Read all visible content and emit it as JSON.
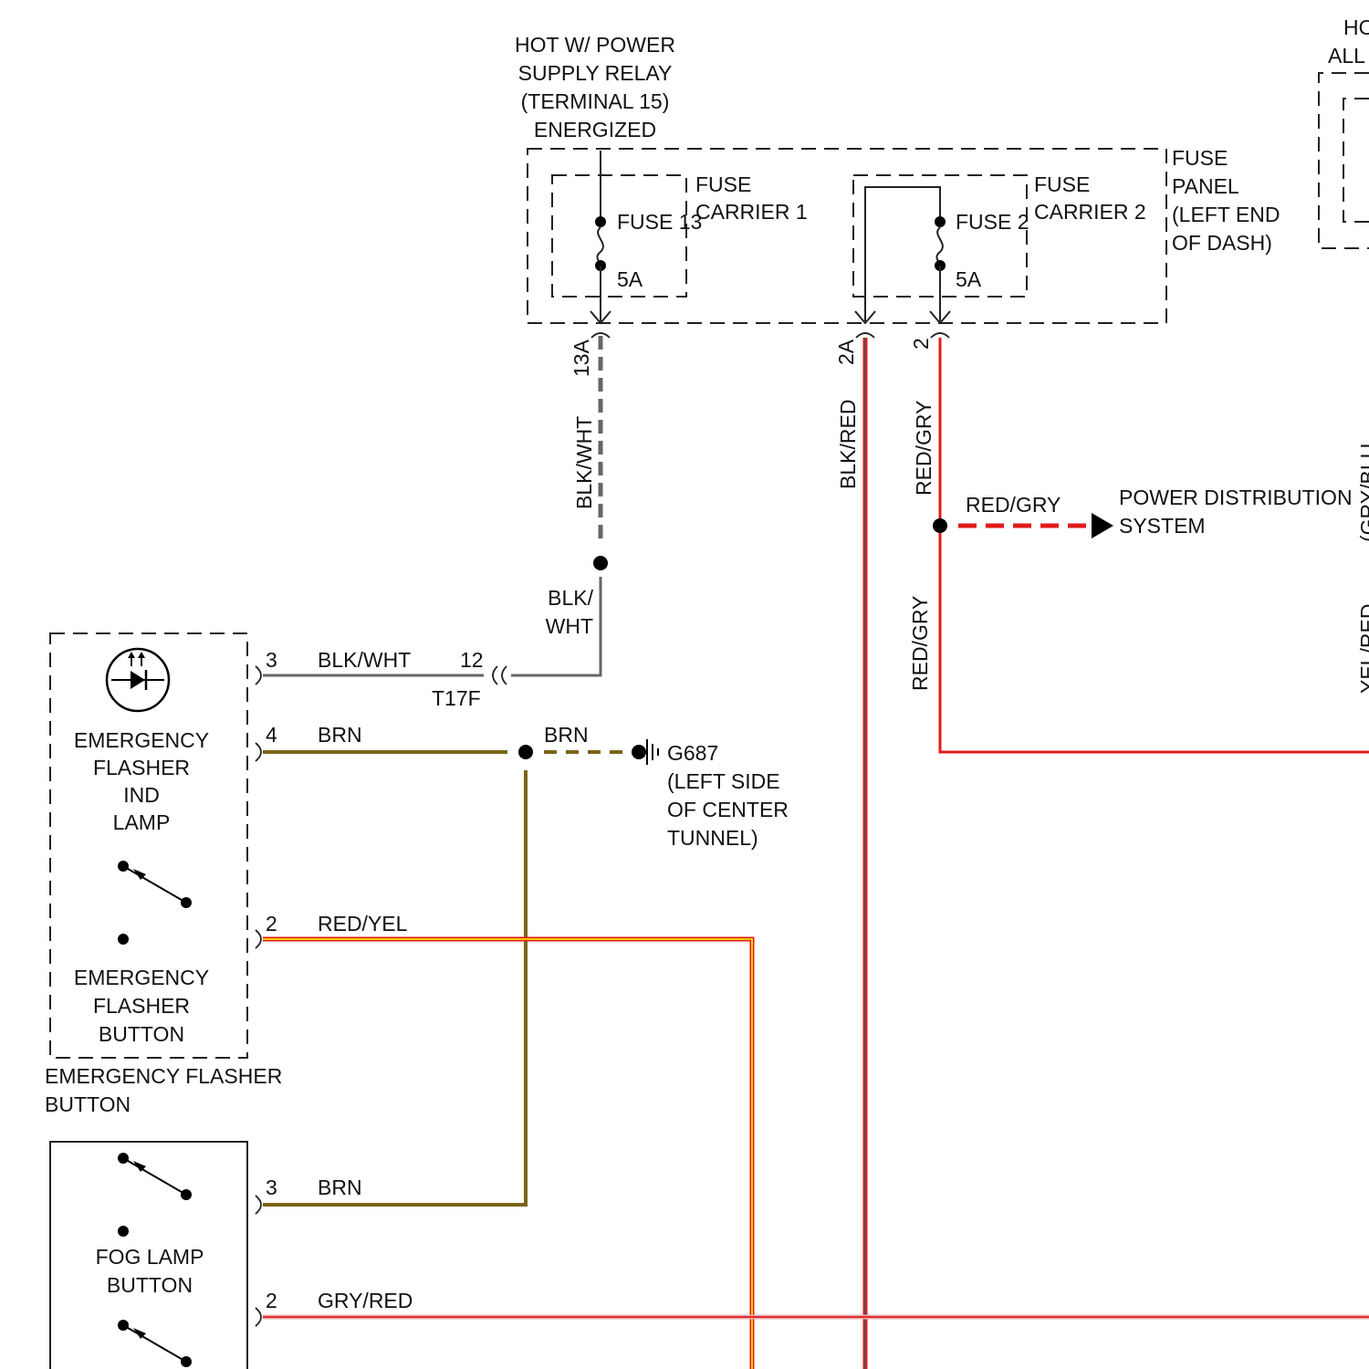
{
  "colors": {
    "blk_wht": "#666666",
    "brn": "#7a6415",
    "red": "#e11b1b",
    "yel": "#f5e400",
    "gry_red": "#e8aaaa",
    "blk_red_core": "#555555",
    "background": "#ffffff"
  },
  "top_source": {
    "line1": "HOT W/ POWER",
    "line2": "SUPPLY RELAY",
    "line3": "(TERMINAL 15)",
    "line4": "ENERGIZED"
  },
  "top_right_cut": {
    "line1": "HO",
    "line2": "ALL"
  },
  "fuse_panel": {
    "line1": "FUSE",
    "line2": "PANEL",
    "line3": "(LEFT END",
    "line4": "OF DASH)"
  },
  "fuse_carrier_1": {
    "line1": "FUSE",
    "line2": "CARRIER 1"
  },
  "fuse_carrier_2": {
    "line1": "FUSE",
    "line2": "CARRIER 2"
  },
  "fuse13": {
    "label": "FUSE 13",
    "rating": "5A"
  },
  "fuse2": {
    "label": "FUSE 2",
    "rating": "5A"
  },
  "terminals": {
    "t13a": "13A",
    "t2a": "2A",
    "t2": "2"
  },
  "wires": {
    "blk_wht_vertical": "BLK/WHT",
    "blk_red_vertical": "BLK/RED",
    "red_gry_upper": "RED/GRY",
    "red_gry_lower": "RED/GRY",
    "red_gry_branch": "RED/GRY",
    "blk_wht_split_line1": "BLK/",
    "blk_wht_split_line2": "WHT",
    "blk_wht_row": "BLK/WHT",
    "brn_row": "BRN",
    "brn_ground": "BRN",
    "red_yel_row": "RED/YEL",
    "brn_fog_row": "BRN",
    "gry_red_row": "GRY/RED"
  },
  "power_distribution": {
    "line1": "POWER DISTRIBUTION",
    "line2": "SYSTEM"
  },
  "connector_t17f": {
    "pin": "12",
    "name": "T17F"
  },
  "ground": {
    "name": "G687",
    "line1": "(LEFT SIDE",
    "line2": "OF CENTER",
    "line3": "TUNNEL)"
  },
  "flasher_module": {
    "lamp_line1": "EMERGENCY",
    "lamp_line2": "FLASHER",
    "lamp_line3": "IND",
    "lamp_line4": "LAMP",
    "button_line1": "EMERGENCY",
    "button_line2": "FLASHER",
    "button_line3": "BUTTON",
    "caption_line1": "EMERGENCY FLASHER",
    "caption_line2": "BUTTON",
    "pin3": "3",
    "pin4": "4",
    "pin2": "2",
    "lamp_icon": "led-lamp-icon",
    "switch_icon": "switch-icon"
  },
  "fog_module": {
    "line1": "FOG LAMP",
    "line2": "BUTTON",
    "pin3": "3",
    "pin2": "2",
    "switch_icon": "switch-icon"
  },
  "right_cut_vertical": {
    "upper": "(GRY/BLU",
    "lower": "YEL/RED"
  }
}
